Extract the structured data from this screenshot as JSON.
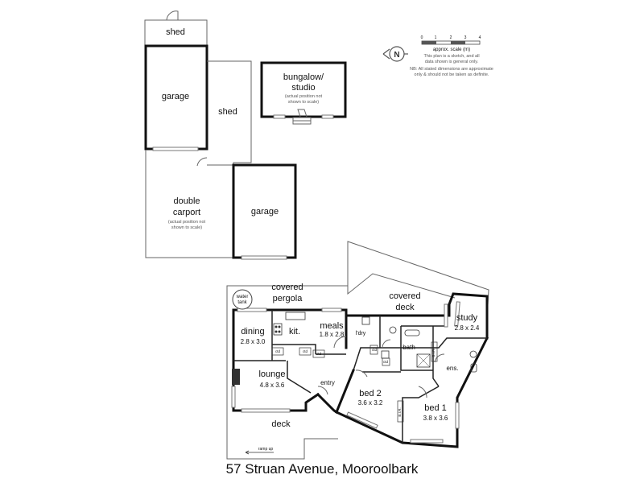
{
  "address": "57 Struan Avenue, Mooroolbark",
  "scale": {
    "ticks": [
      "0",
      "1",
      "2",
      "3",
      "4"
    ],
    "label": "approx. scale (m)",
    "note_1": "This plan is a sketch, and all",
    "note_2": "data shown is general only.",
    "note_3": "NB: All stated dimensions are approximate",
    "note_4": "only & should not be taken as definite."
  },
  "compass": {
    "letter": "N"
  },
  "outbuildings": {
    "shed_top": "shed",
    "garage_left": "garage",
    "shed_right": "shed",
    "bungalow_1": "bungalow/",
    "bungalow_2": "studio",
    "bungalow_note_1": "(actual position not",
    "bungalow_note_2": "shown to scale)",
    "carport_1": "double",
    "carport_2": "carport",
    "carport_note_1": "(actual position not",
    "carport_note_2": "shown to scale)",
    "garage_right": "garage"
  },
  "house": {
    "water_tank_1": "water",
    "water_tank_2": "tank",
    "pergola_1": "covered",
    "pergola_2": "pergola",
    "deck_top_1": "covered",
    "deck_top_2": "deck",
    "dining": {
      "name": "dining",
      "dims": "2.8 x 3.0"
    },
    "kitchen": {
      "name": "kit."
    },
    "meals": {
      "name": "meals",
      "dims": "1.8 x 2.8"
    },
    "laundry": {
      "name": "l'dry"
    },
    "bath": {
      "name": "bath"
    },
    "study": {
      "name": "study",
      "dims": "2.8 x 2.4"
    },
    "ensuite": {
      "name": "ens."
    },
    "lounge": {
      "name": "lounge",
      "dims": "4.8 x 3.6"
    },
    "entry": {
      "name": "entry"
    },
    "bed2": {
      "name": "bed 2",
      "dims": "3.6 x 3.2"
    },
    "bed1": {
      "name": "bed 1",
      "dims": "3.8 x 3.6"
    },
    "deck_bottom": "deck",
    "ramp": "ramp up",
    "cupboards": {
      "a": "ctd",
      "b": "ctd",
      "c": "ctd",
      "d": "ctd",
      "e": "ctd"
    },
    "robes": {
      "a": "B.I.R.",
      "b": "B.I.R."
    },
    "fixtures": {
      "wc": "wc"
    }
  }
}
